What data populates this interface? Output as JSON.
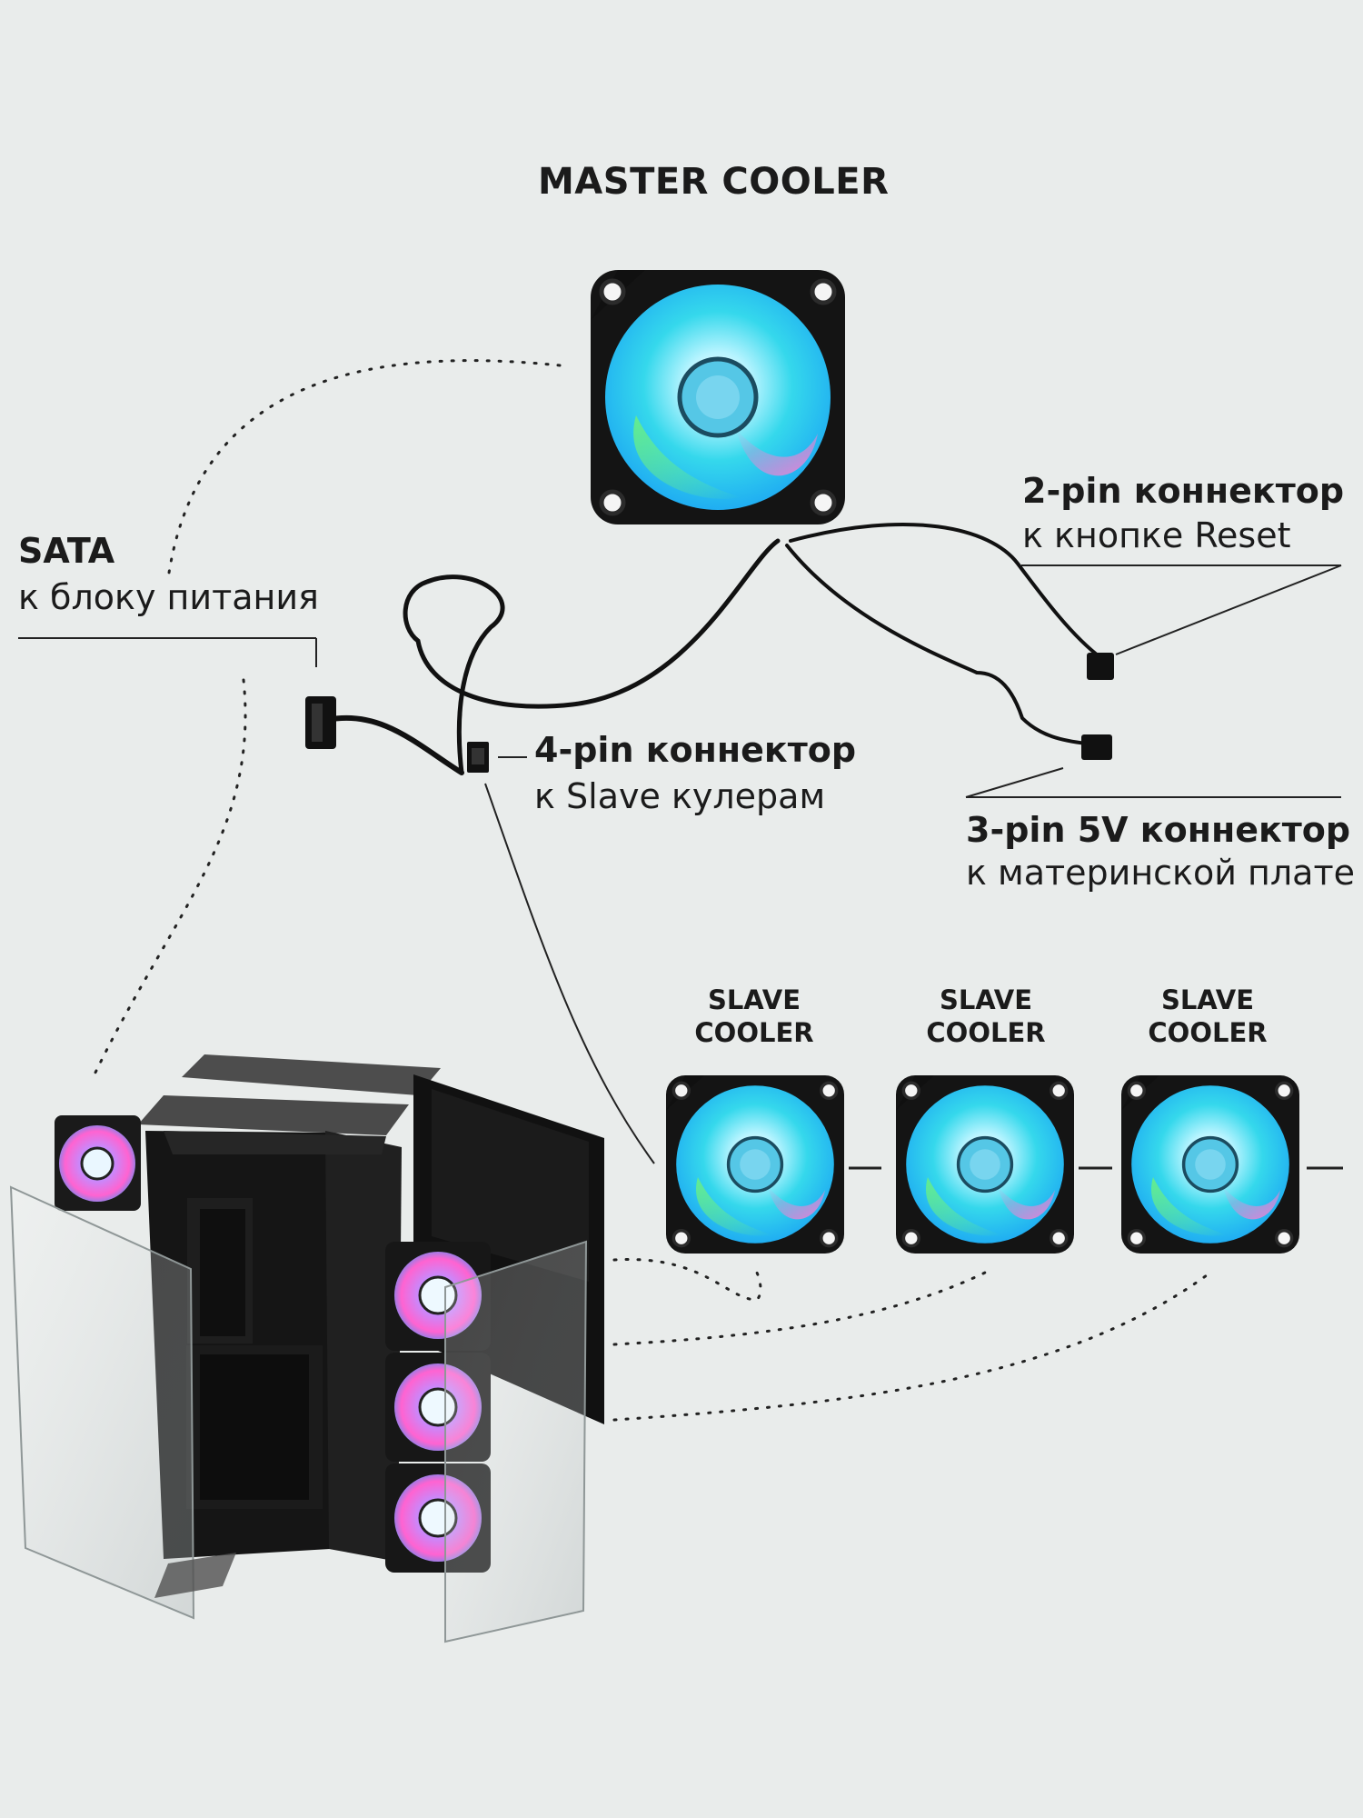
{
  "master": {
    "title": "MASTER COOLER"
  },
  "sata": {
    "main": "SATA",
    "sub": "к блоку питания"
  },
  "two_pin": {
    "main": "2-pin коннектор",
    "sub": "к кнопке Reset"
  },
  "four_pin": {
    "main": "4-pin коннектор",
    "sub": "к Slave кулерам"
  },
  "three_pin": {
    "main": "3-pin 5V коннектор",
    "sub": "к материнской плате"
  },
  "slaves": [
    {
      "line1": "SLAVE",
      "line2": "COOLER"
    },
    {
      "line1": "SLAVE",
      "line2": "COOLER"
    },
    {
      "line1": "SLAVE",
      "line2": "COOLER"
    }
  ],
  "colors": {
    "background": "#e9eceb",
    "text": "#1b1b1b",
    "fan_frame": "#141414",
    "fan_cyan": "#31d8ee",
    "fan_green": "#7bf07a",
    "fan_pink": "#f07ac8",
    "case_black": "#151515"
  },
  "icons": {
    "master_fan": "rgb-fan-icon",
    "slave_fan": "rgb-fan-icon",
    "case": "pc-case-icon",
    "sata_plug": "sata-connector-icon",
    "four_pin_plug": "four-pin-connector-icon",
    "two_pin_plug": "two-pin-connector-icon",
    "three_pin_plug": "three-pin-connector-icon"
  }
}
